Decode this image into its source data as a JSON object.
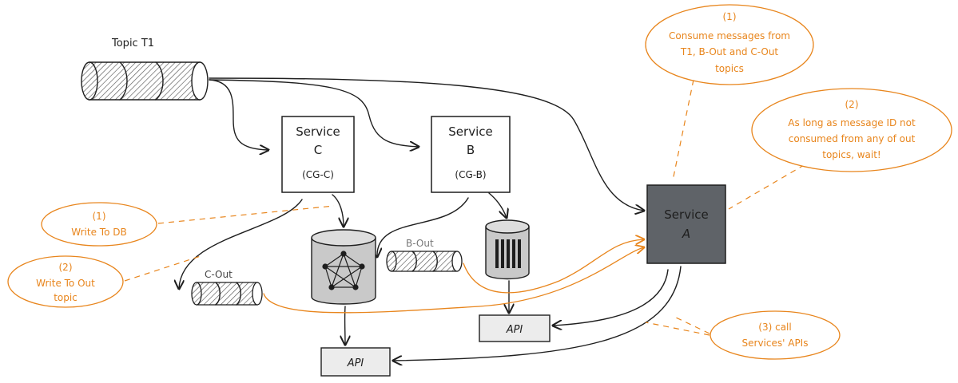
{
  "topics": {
    "t1": "Topic T1",
    "b_out": "B-Out",
    "c_out": "C-Out"
  },
  "services": {
    "c": {
      "name": "Service",
      "letter": "C",
      "group": "(CG-C)"
    },
    "b": {
      "name": "Service",
      "letter": "B",
      "group": "(CG-B)"
    },
    "a": {
      "name": "Service",
      "letter": "A"
    }
  },
  "apis": {
    "c": "API",
    "b": "API"
  },
  "notes": {
    "a1": {
      "num": "(1)",
      "lines": [
        "Consume messages from",
        "T1, B-Out and C-Out",
        "topics"
      ]
    },
    "a2": {
      "num": "(2)",
      "lines": [
        "As long as message ID not",
        "consumed from any of out",
        "topics, wait!"
      ]
    },
    "a3": {
      "lines": [
        "(3) call",
        "Services' APIs"
      ]
    },
    "c1": {
      "num": "(1)",
      "lines": [
        "Write To DB"
      ]
    },
    "c2": {
      "num": "(2)",
      "lines": [
        "Write To Out",
        "topic"
      ]
    }
  },
  "colors": {
    "accent_orange": "#e8851c",
    "service_a_fill": "#5f6368",
    "cylinder_fill": "#c9c9c9",
    "api_fill": "#ececec",
    "ink": "#1e1e1e"
  }
}
